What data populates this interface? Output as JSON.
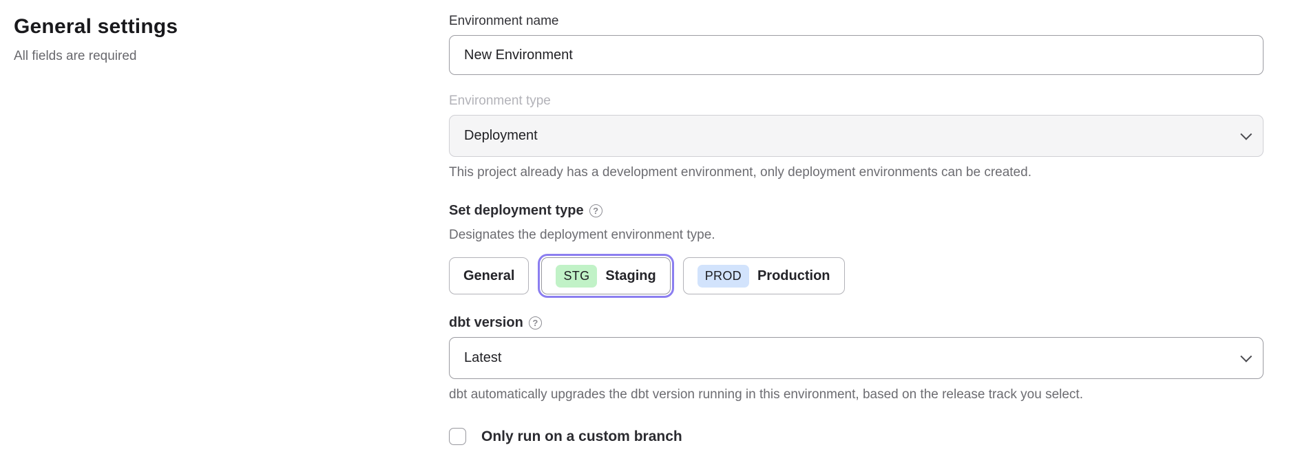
{
  "page": {
    "title": "General settings",
    "subtitle": "All fields are required"
  },
  "icons": {
    "help_glyph": "?"
  },
  "colors": {
    "selected_ring": "#8b7ef0",
    "staging_badge_bg": "#c1f2c7",
    "production_badge_bg": "#d2e3fc"
  },
  "form": {
    "environment_name": {
      "label": "Environment name",
      "value": "New Environment"
    },
    "environment_type": {
      "label": "Environment type",
      "value": "Deployment",
      "disabled": true,
      "helper": "This project already has a development environment, only deployment environments can be created."
    },
    "deployment_type": {
      "label": "Set deployment type",
      "description": "Designates the deployment environment type.",
      "options": [
        {
          "label": "General",
          "badge": "",
          "selected": false
        },
        {
          "label": "Staging",
          "badge": "STG",
          "selected": true
        },
        {
          "label": "Production",
          "badge": "PROD",
          "selected": false
        }
      ]
    },
    "dbt_version": {
      "label": "dbt version",
      "value": "Latest",
      "helper": "dbt automatically upgrades the dbt version running in this environment, based on the release track you select."
    },
    "custom_branch": {
      "label": "Only run on a custom branch",
      "checked": false
    }
  }
}
